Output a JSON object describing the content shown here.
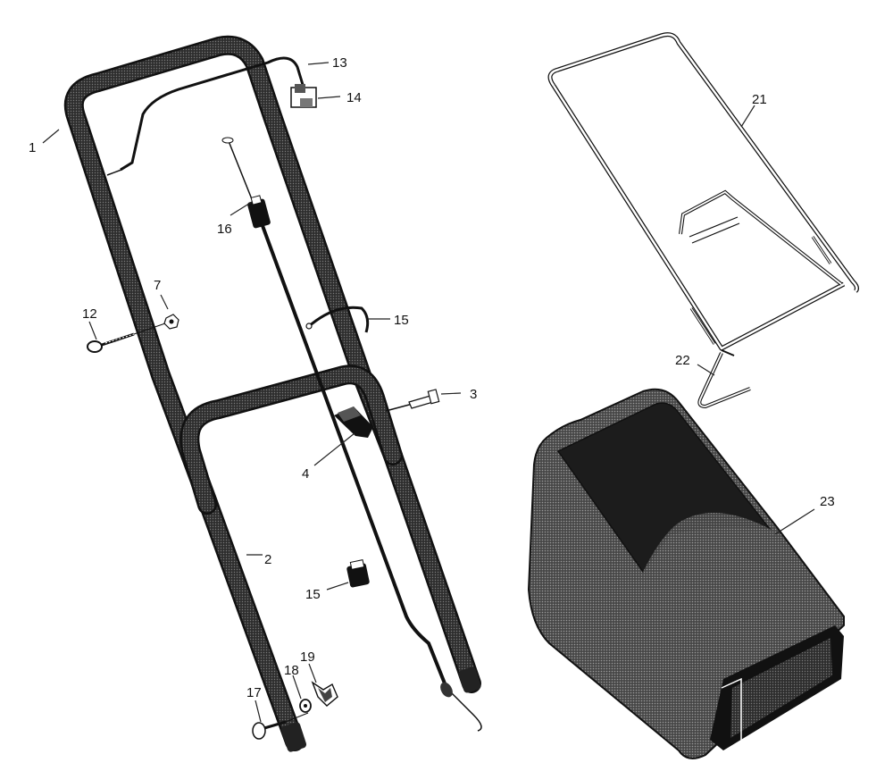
{
  "callouts": {
    "c1": "1",
    "c2": "2",
    "c3": "3",
    "c4": "4",
    "c7": "7",
    "c12": "12",
    "c13": "13",
    "c14": "14",
    "c15a": "15",
    "c15b": "15",
    "c16": "16",
    "c17": "17",
    "c18": "18",
    "c19": "19",
    "c21": "21",
    "c22": "22",
    "c23": "23"
  },
  "colors": {
    "ink": "#111111",
    "tube": "#2b2b2b",
    "bag": "#4a4a4a",
    "bag_dark": "#1c1c1c",
    "frame": "#ffffff"
  }
}
